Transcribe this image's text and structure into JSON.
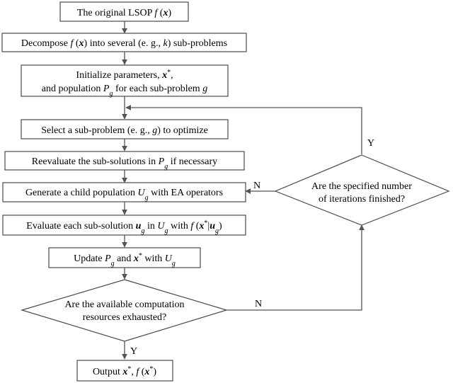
{
  "nodes": {
    "start": {
      "t1": "The original LSOP ",
      "t2": "f",
      "t3": " (",
      "t4": "x",
      "t5": ")"
    },
    "decompose": {
      "t1": "Decompose ",
      "t2": "f",
      "t3": " (",
      "t4": "x",
      "t5": ") into several (e. g., ",
      "t6": "k",
      "t7": ") sub-problems"
    },
    "init": {
      "l1a": "Initialize parameters, ",
      "l1b": "x",
      "l1c": "*",
      "l1d": ",",
      "l2a": "and population ",
      "l2b": "P",
      "l2c": "g",
      "l2d": " for each sub-problem ",
      "l2e": "g"
    },
    "select": {
      "t1": "Select a sub-problem (e. g., ",
      "t2": "g",
      "t3": ") to optimize"
    },
    "reevaluate": {
      "t1": "Reevaluate the sub-solutions in ",
      "t2": "P",
      "t3": "g",
      "t4": " if necessary"
    },
    "generate": {
      "t1": "Generate a child population ",
      "t2": "U",
      "t3": "g",
      "t4": " with EA operators"
    },
    "evaluate": {
      "t1": "Evaluate each sub-solution ",
      "t2": "u",
      "t3": "g",
      "t4": " in ",
      "t5": "U",
      "t6": "g",
      "t7": " with ",
      "t8": "f",
      "t9": " (",
      "t10": "x",
      "t11": "*",
      "t12": "|",
      "t13": "u",
      "t14": "g",
      "t15": ")"
    },
    "update": {
      "t1": "Update ",
      "t2": "P",
      "t3": "g",
      "t4": "  and ",
      "t5": "x",
      "t6": "*",
      "t7": " with ",
      "t8": "U",
      "t9": "g"
    },
    "decision_resources": {
      "l1": "Are the available computation",
      "l2": "resources exhausted?"
    },
    "decision_iterations": {
      "l1": "Are the specified number",
      "l2": "of iterations finished?"
    },
    "output": {
      "t1": "Output ",
      "t2": "x",
      "t3": "*",
      "t4": ",  ",
      "t5": "f",
      "t6": " (",
      "t7": "x",
      "t8": "*",
      "t9": ")"
    }
  },
  "edge_labels": {
    "resources_no": "N",
    "resources_yes": "Y",
    "iterations_no": "N",
    "iterations_yes": "Y"
  }
}
